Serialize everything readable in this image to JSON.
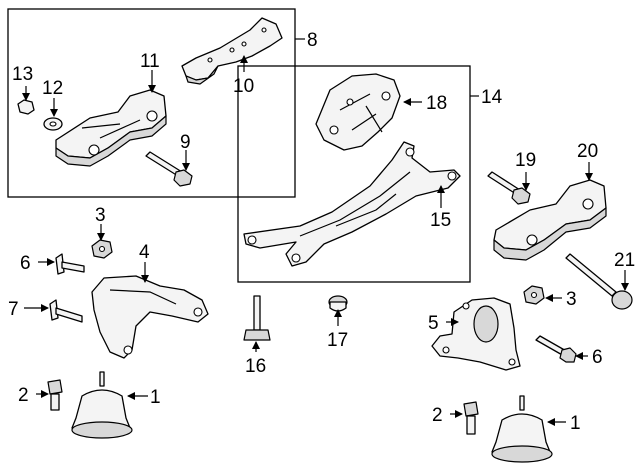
{
  "callouts": {
    "c1a": "1",
    "c1b": "1",
    "c2a": "2",
    "c2b": "2",
    "c3a": "3",
    "c3b": "3",
    "c4": "4",
    "c5": "5",
    "c6a": "6",
    "c6b": "6",
    "c7": "7",
    "c8": "8",
    "c9": "9",
    "c10": "10",
    "c11": "11",
    "c12": "12",
    "c13": "13",
    "c14": "14",
    "c15": "15",
    "c16": "16",
    "c17": "17",
    "c18": "18",
    "c19": "19",
    "c20": "20",
    "c21": "21"
  }
}
